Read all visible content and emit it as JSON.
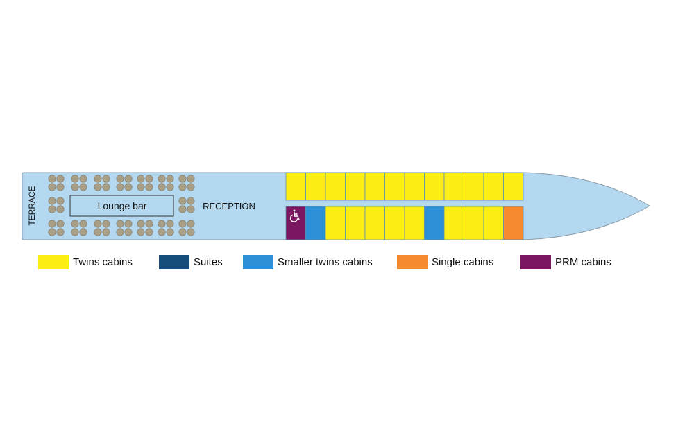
{
  "deck": {
    "terrace_label": "TERRACE",
    "lounge_label": "Lounge bar",
    "reception_label": "RECEPTION",
    "hull_color": "#b4d8ef",
    "hull_stroke": "#8a9ba8",
    "table_color": "#a99f87",
    "top_row": [
      "twins",
      "twins",
      "twins",
      "twins",
      "twins",
      "twins",
      "twins",
      "twins",
      "twins",
      "twins",
      "twins",
      "twins"
    ],
    "bottom_row": [
      "prm",
      "smaller_twins",
      "twins",
      "twins",
      "twins",
      "twins",
      "twins",
      "smaller_twins",
      "twins",
      "twins",
      "twins",
      "single"
    ],
    "prm_icon": "wheelchair-icon"
  },
  "colors": {
    "twins": "#fcee12",
    "suites": "#164d7a",
    "smaller_twins": "#2d8fd6",
    "single": "#f38a2f",
    "prm": "#7b1760"
  },
  "legend": [
    {
      "key": "twins",
      "label": "Twins cabins"
    },
    {
      "key": "suites",
      "label": "Suites"
    },
    {
      "key": "smaller_twins",
      "label": "Smaller twins cabins"
    },
    {
      "key": "single",
      "label": "Single cabins"
    },
    {
      "key": "prm",
      "label": "PRM cabins"
    }
  ]
}
